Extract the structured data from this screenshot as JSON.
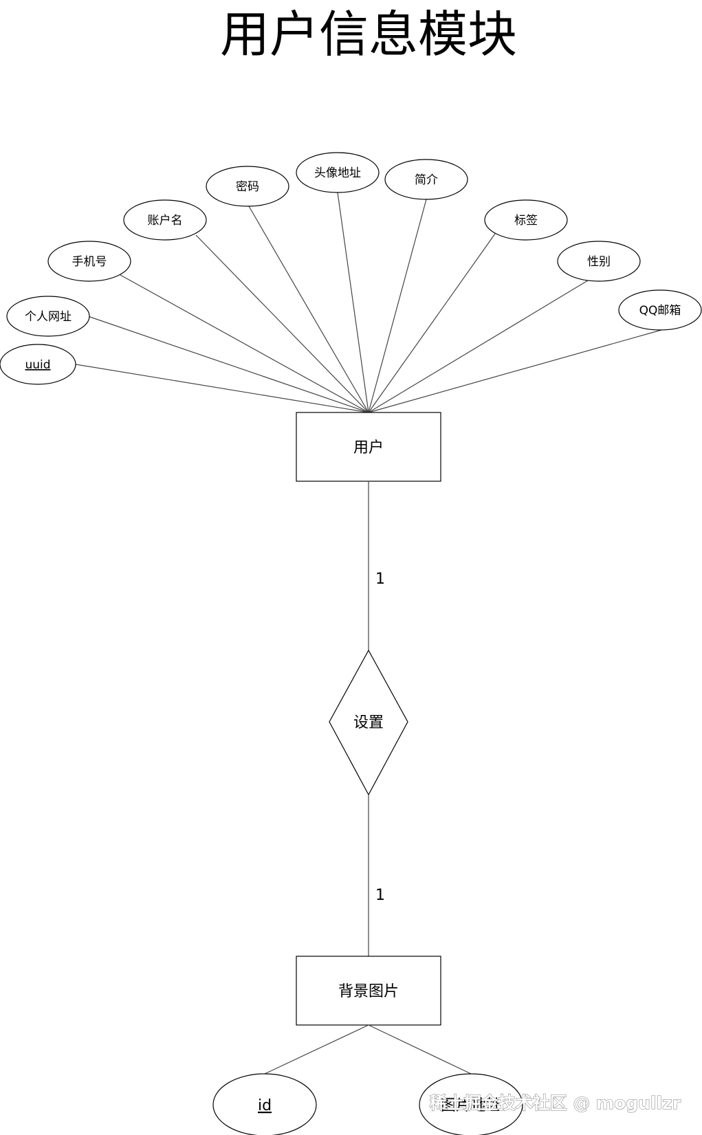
{
  "title": "用户信息模块",
  "user_entity": {
    "label": "用户",
    "attributes": [
      {
        "label": "uuid",
        "key": true
      },
      {
        "label": "个人网址",
        "key": false
      },
      {
        "label": "手机号",
        "key": false
      },
      {
        "label": "账户名",
        "key": false
      },
      {
        "label": "密码",
        "key": false
      },
      {
        "label": "头像地址",
        "key": false
      },
      {
        "label": "简介",
        "key": false
      },
      {
        "label": "标签",
        "key": false
      },
      {
        "label": "性别",
        "key": false
      },
      {
        "label": "QQ邮箱",
        "key": false
      }
    ]
  },
  "relationship": {
    "label": "设置",
    "card_top": "1",
    "card_bottom": "1"
  },
  "bg_entity": {
    "label": "背景图片",
    "attributes": [
      {
        "label": "id",
        "key": true
      },
      {
        "label": "图片地址",
        "key": false
      }
    ]
  },
  "watermark": "稀土掘金技术社区 @ mogullzr"
}
